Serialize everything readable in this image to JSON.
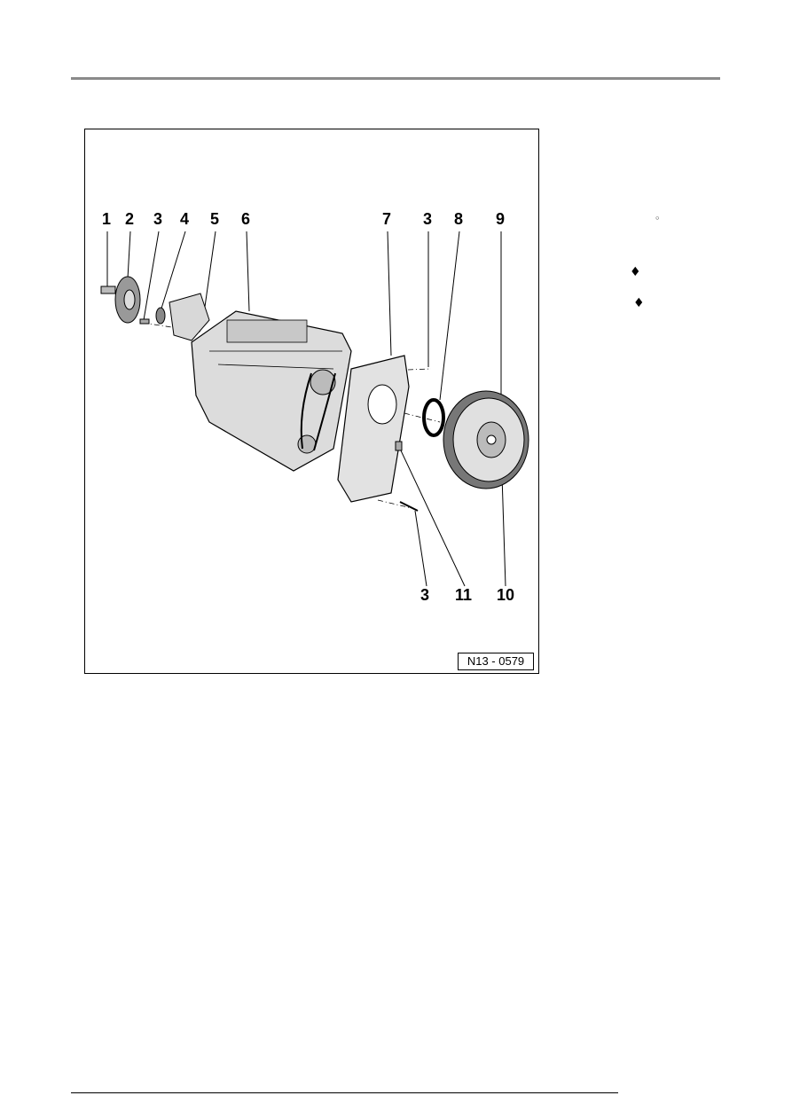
{
  "figure": {
    "code": "N13 - 0579",
    "callouts_top": [
      "1",
      "2",
      "3",
      "4",
      "5",
      "6",
      "7",
      "3",
      "8",
      "9"
    ],
    "callouts_bottom": [
      "3",
      "11",
      "10"
    ]
  },
  "side_marks": {
    "circle": "◦",
    "diamond_1": "♦",
    "diamond_2": "♦"
  }
}
